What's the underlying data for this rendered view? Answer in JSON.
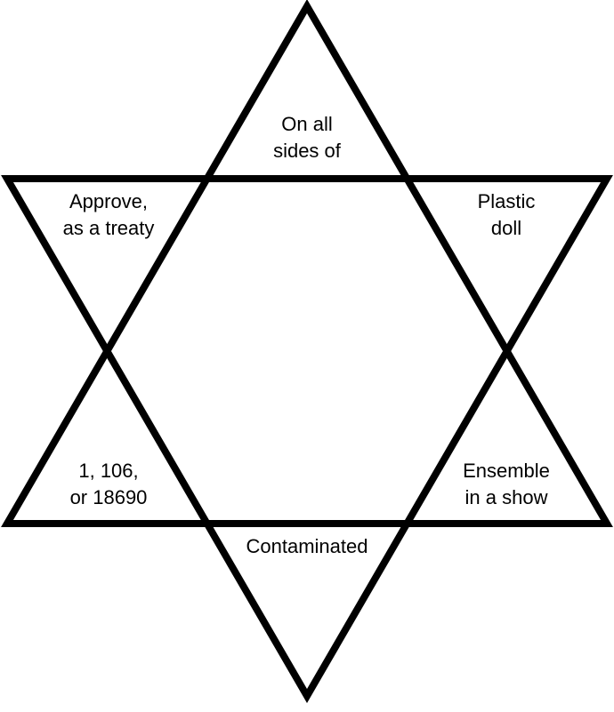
{
  "puzzle": {
    "clues": {
      "top": {
        "line1": "On all",
        "line2": "sides of"
      },
      "top_left": {
        "line1": "Approve,",
        "line2": "as a treaty"
      },
      "top_right": {
        "line1": "Plastic",
        "line2": "doll"
      },
      "bottom_left": {
        "line1": "1, 106,",
        "line2": "or 18690"
      },
      "bottom_right": {
        "line1": "Ensemble",
        "line2": "in a show"
      },
      "bottom": {
        "line1": "Contaminated"
      }
    },
    "line_color": "#000000"
  }
}
